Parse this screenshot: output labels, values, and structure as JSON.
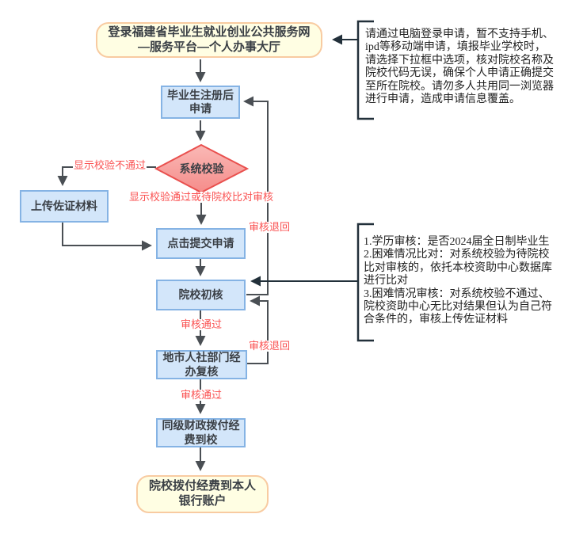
{
  "flowchart": {
    "nodes": {
      "start": {
        "label": "登录福建省毕业生就业创业公共服务网\n—服务平台—个人办事大厅"
      },
      "register": {
        "label": "毕业生注册后\n申请"
      },
      "system_check": {
        "label": "系统校验"
      },
      "upload": {
        "label": "上传佐证材料"
      },
      "submit": {
        "label": "点击提交申请"
      },
      "school_review": {
        "label": "院校初核"
      },
      "city_review": {
        "label": "地市人社部门经\n办复核"
      },
      "finance_pay": {
        "label": "同级财政拨付经\n费到校"
      },
      "end": {
        "label": "院校拨付经费到本人\n银行账户"
      }
    },
    "edge_labels": {
      "check_fail": "显示校验不通过",
      "check_pass": "显示校验通过或待院校比对审核",
      "return_to_register": "审核退回",
      "approve_1": "审核通过",
      "return_to_school": "审核退回",
      "approve_2": "审核通过"
    },
    "notes": {
      "login_note": "请通过电脑登录申请，暂不支持手机、\nipd等移动端申请，填报毕业学校时，\n请选择下拉框中选项，核对院校名称及\n院校代码无误，确保个人申请正确提交\n至所在院校。请勿多人共用同一浏览器\n进行申请，造成申请信息覆盖。",
      "review_note": "1.学历审核：是否2024届全日制毕业生\n2.困难情况比对：对系统校验为待院校\n比对审核的，依托本校资助中心数据库\n进行比对\n3.困难情况审核：对系统校验不通过、\n院校资助中心无比对结果但认为自己符\n合条件的，审核上传佐证材料"
    },
    "colors": {
      "yellowFill": "#FFFEE3",
      "yellowBorder": "#F8CBA1",
      "blueFill": "#D3E6FA",
      "blueBorder": "#85B3E4",
      "diamondTop": "#FAB9B6",
      "diamondBottom": "#F58C8A",
      "diamondBorder": "#E9504E",
      "redLabel": "#FA5151",
      "arrow": "#4A4F54",
      "bracket": "#22303A"
    }
  }
}
